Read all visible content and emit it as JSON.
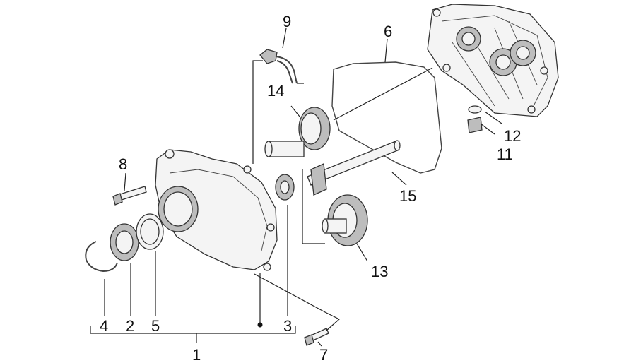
{
  "callouts": {
    "c1": "1",
    "c2": "2",
    "c3": "3",
    "c4": "4",
    "c5": "5",
    "c6": "6",
    "c7": "7",
    "c8": "8",
    "c9": "9",
    "c11": "11",
    "c12": "12",
    "c13": "13",
    "c14": "14",
    "c15": "15"
  }
}
